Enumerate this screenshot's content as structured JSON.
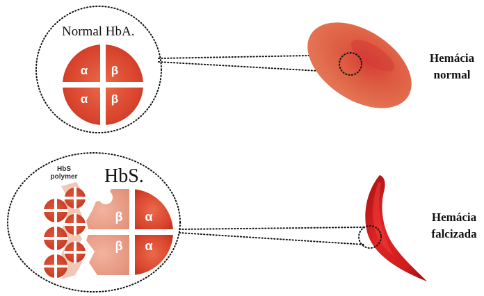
{
  "normal_panel": {
    "title": "Normal HbA.",
    "subunits": [
      "α",
      "β",
      "α",
      "β"
    ],
    "cell_label_line1": "Hemácia",
    "cell_label_line2": "normal"
  },
  "sickle_panel": {
    "title": "HbS.",
    "polymer_label_line1": "HbS",
    "polymer_label_line2": "polymer",
    "subunits": [
      "β",
      "α",
      "β",
      "α"
    ],
    "cell_label_line1": "Hemácia",
    "cell_label_line2": "falcizada"
  },
  "colors": {
    "subunit_fill": "#d8432c",
    "subunit_dark": "#b5301c",
    "mutant_fill": "#e79b83",
    "normal_cell": "#e06a45",
    "normal_cell_center": "#d8483a",
    "sickle_cell": "#d51f1f",
    "sickle_dark": "#a00f10"
  },
  "icons": [
    "hemoglobin-tetramer-icon",
    "hbs-polymer-chain-icon",
    "normal-red-blood-cell-icon",
    "sickle-red-blood-cell-icon"
  ]
}
